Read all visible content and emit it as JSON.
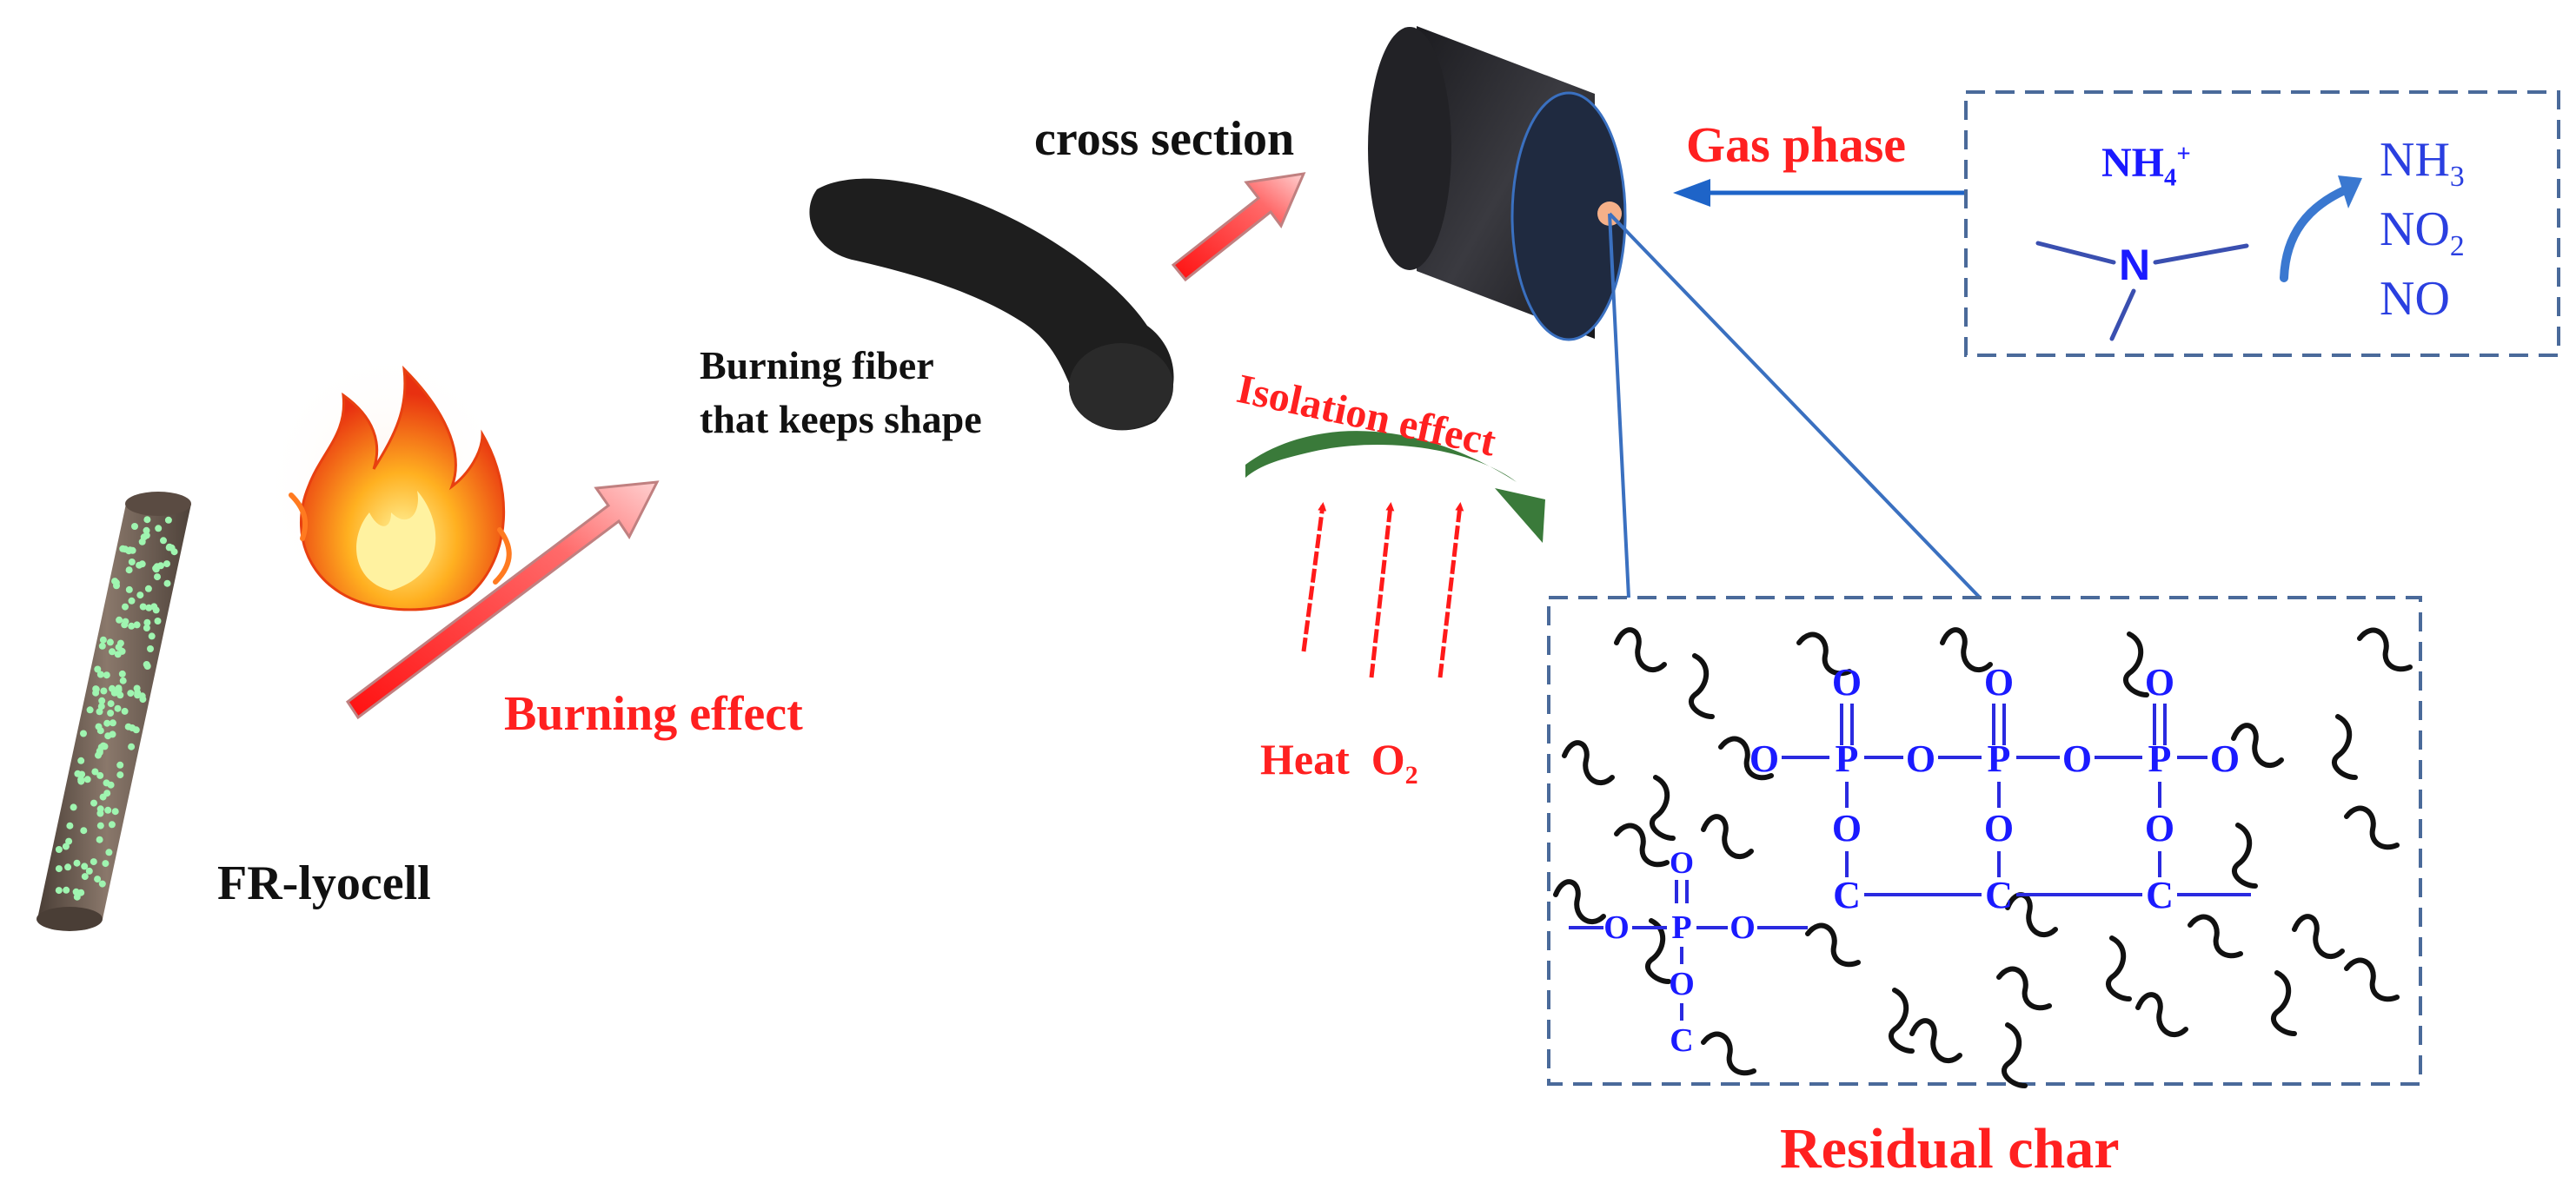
{
  "labels": {
    "fiber": "FR-lyocell",
    "burning_effect": "Burning effect",
    "burning_fiber_line1": "Burning fiber",
    "burning_fiber_line2": "that keeps shape",
    "cross_section": "cross section",
    "gas_phase": "Gas phase",
    "isolation_effect": "Isolation effect",
    "heat": "Heat",
    "o2_base": "O",
    "o2_sub": "2",
    "residual_char": "Residual char"
  },
  "gas_box": {
    "ammonium_base": "NH",
    "ammonium_sub": "4",
    "ammonium_sup": "+",
    "nitrogen": "N",
    "products": [
      {
        "base": "NH",
        "sub": "3"
      },
      {
        "base": "NO",
        "sub": "2"
      },
      {
        "base": "NO",
        "sub": ""
      }
    ]
  },
  "char_structure": {
    "oxygen": "O",
    "phosphorus": "P",
    "carbon": "C"
  },
  "colors": {
    "label_red": "#ff2020",
    "structure_blue": "#1a1aff",
    "box_border": "#4a6a9a",
    "connector_blue": "#3a70c0",
    "cylinder": "#2a2a2e",
    "fiber_body": "#6e5d52",
    "fiber_dots": "#9ff5b0",
    "swoosh_green": "#3a7a3a"
  }
}
